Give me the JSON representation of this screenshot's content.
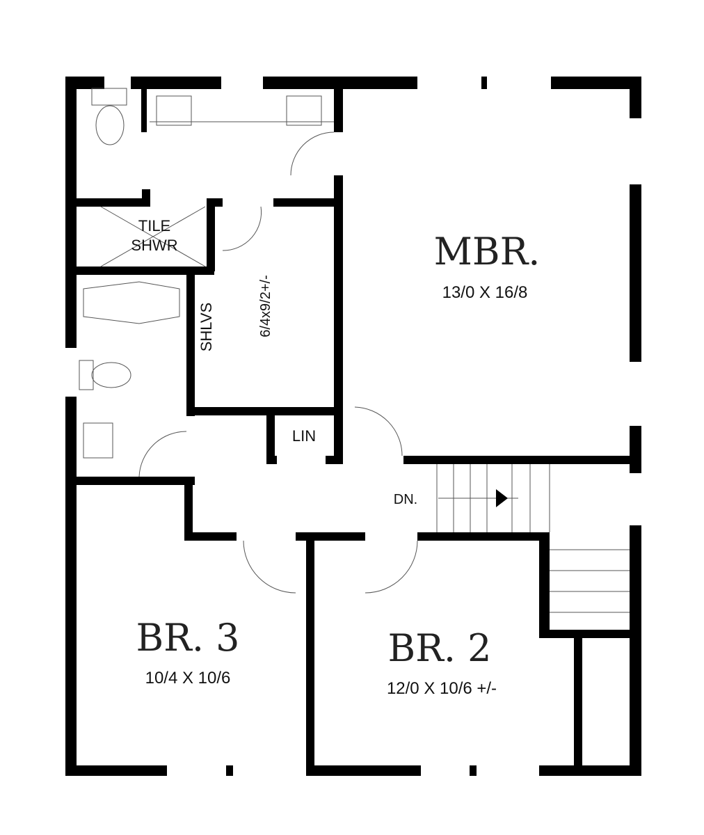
{
  "rooms": {
    "mbr": {
      "name": "MBR.",
      "size": "13/0 X 16/8"
    },
    "br3": {
      "name": "BR. 3",
      "size": "10/4 X 10/6"
    },
    "br2": {
      "name": "BR. 2",
      "size": "12/0 X 10/6 +/-"
    },
    "shower": {
      "line1": "TILE",
      "line2": "SHWR"
    },
    "shelves": "SHLVS",
    "closet": "6/4x9/2+/-",
    "linen": "LIN",
    "stairs": "DN."
  }
}
